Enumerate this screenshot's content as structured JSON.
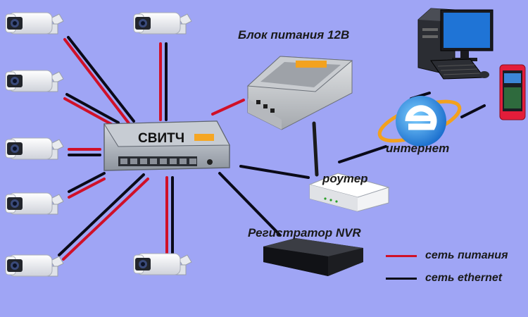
{
  "labels": {
    "power_supply": "Блок питания 12В",
    "switch": "СВИТЧ",
    "router": "роутер",
    "internet": "интернет",
    "nvr": "Регистратор NVR"
  },
  "legend": [
    {
      "text": "сеть питания",
      "color": "#d01028"
    },
    {
      "text": "сеть ethernet",
      "color": "#0a0a18"
    }
  ],
  "colors": {
    "background": "#9fa5f5",
    "power_line": "#d01028",
    "ethernet_line": "#0a0a18"
  }
}
